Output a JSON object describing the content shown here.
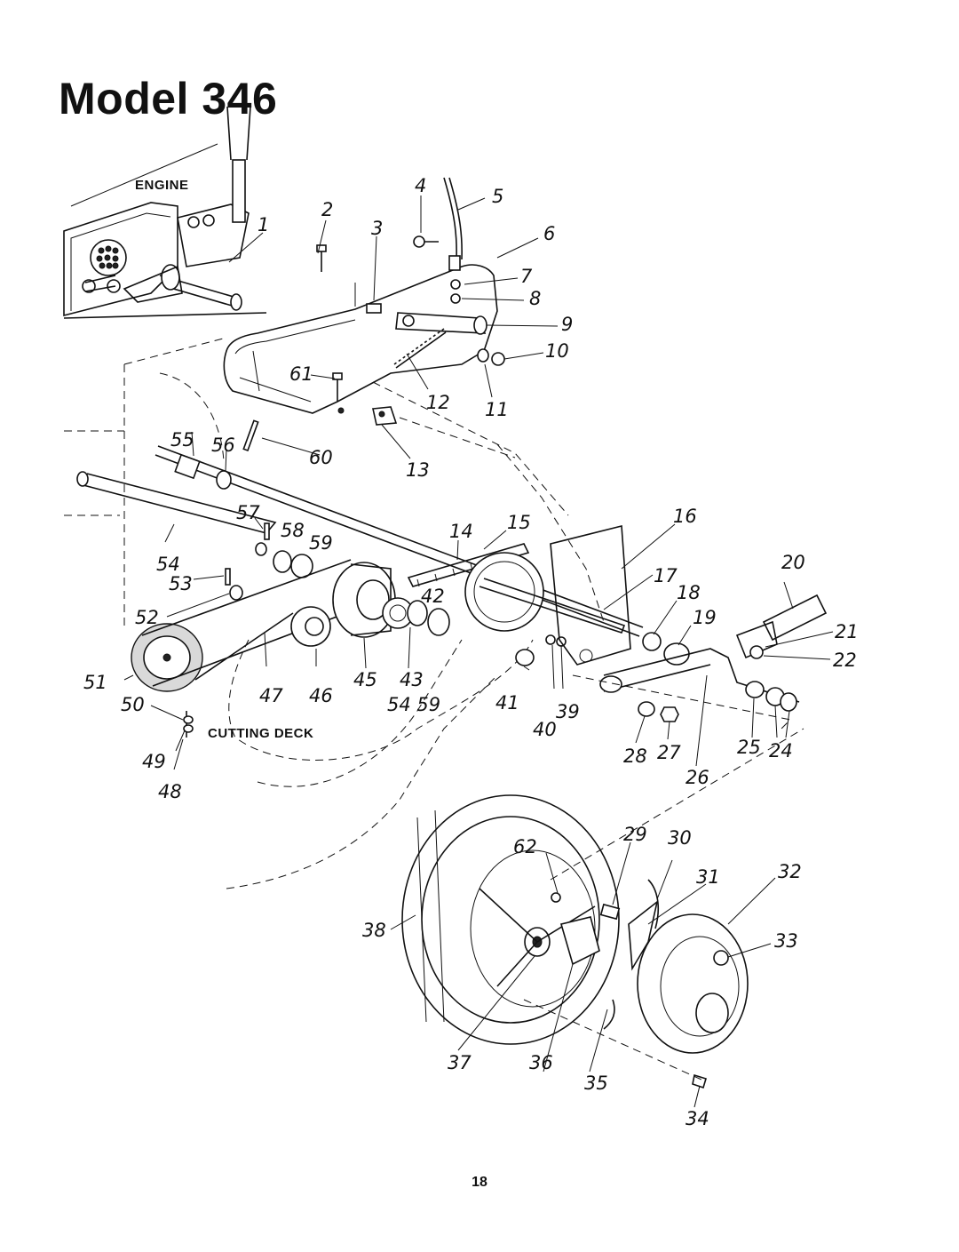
{
  "title": "Model 346",
  "page_number": "18",
  "labels": {
    "engine": "ENGINE",
    "cutting_deck": "CUTTING DECK"
  },
  "part_numbers": [
    "1",
    "2",
    "3",
    "4",
    "5",
    "6",
    "7",
    "8",
    "9",
    "10",
    "11",
    "12",
    "13",
    "14",
    "15",
    "16",
    "17",
    "18",
    "19",
    "20",
    "21",
    "22",
    "24",
    "25",
    "26",
    "27",
    "28",
    "29",
    "30",
    "31",
    "32",
    "33",
    "34",
    "35",
    "36",
    "37",
    "38",
    "39",
    "40",
    "41",
    "42",
    "43",
    "45",
    "46",
    "47",
    "48",
    "49",
    "50",
    "51",
    "52",
    "53",
    "54",
    "55",
    "56",
    "57",
    "58",
    "59",
    "60",
    "61",
    "62"
  ],
  "handwritten_note": "54 59"
}
